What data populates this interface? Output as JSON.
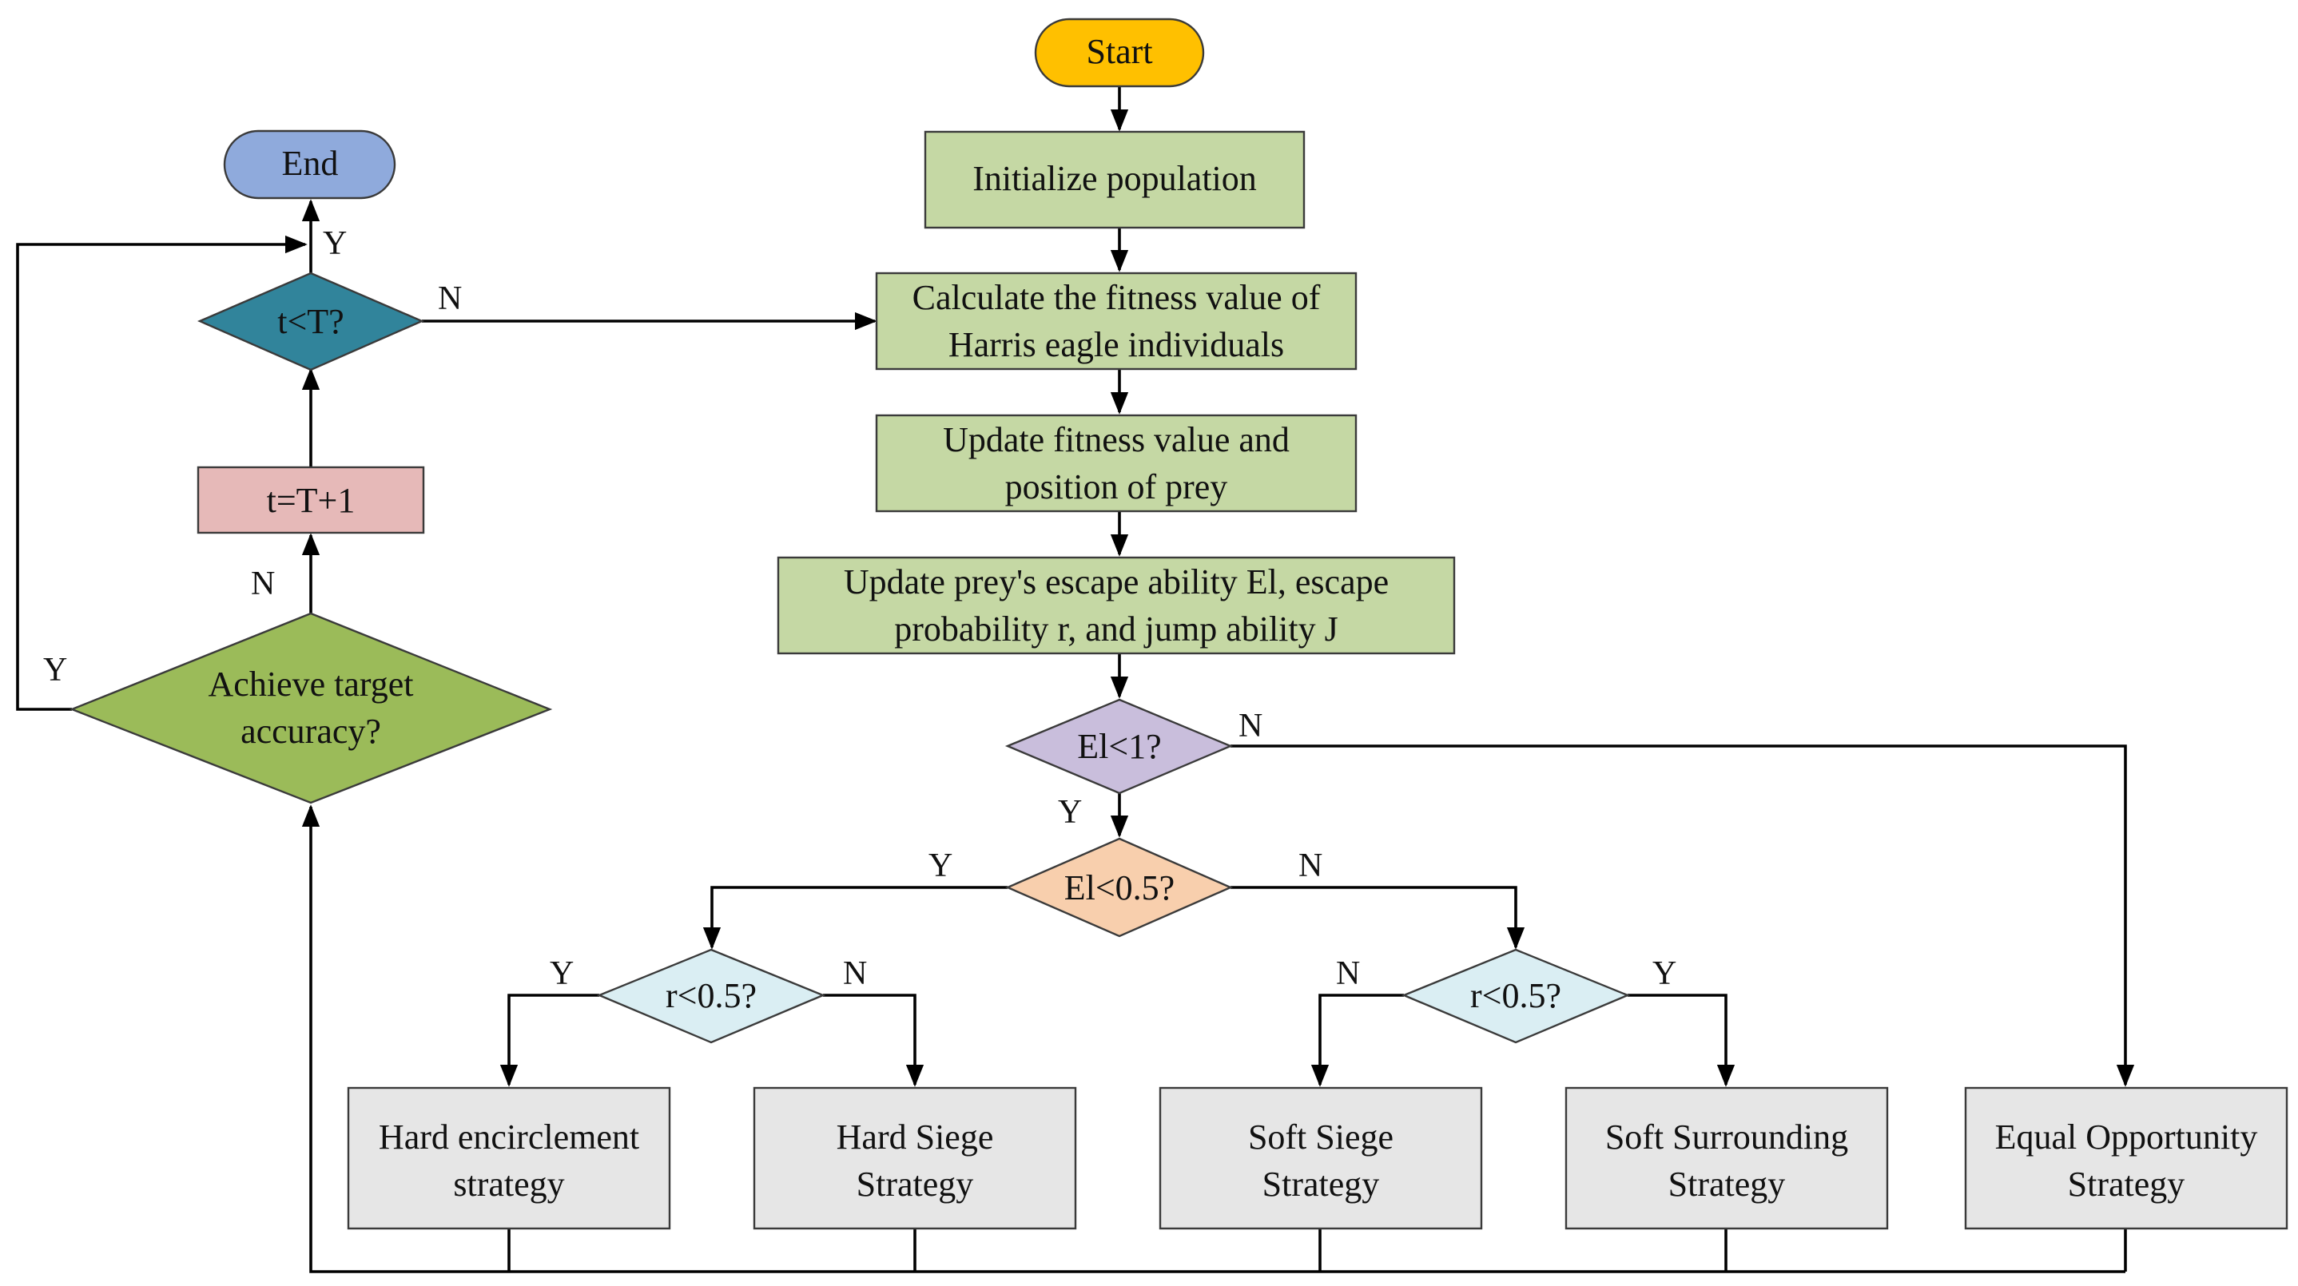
{
  "nodes": {
    "start": {
      "lines": [
        "Start"
      ],
      "color": "#FFC000"
    },
    "end": {
      "lines": [
        "End"
      ],
      "color": "#8FAADC"
    },
    "init": {
      "lines": [
        "Initialize population"
      ],
      "color": "#C5D8A4"
    },
    "fitness": {
      "lines": [
        "Calculate the fitness value of",
        "Harris eagle individuals"
      ],
      "color": "#C5D8A4"
    },
    "prey": {
      "lines": [
        "Update fitness value and",
        "position of prey"
      ],
      "color": "#C5D8A4"
    },
    "escape": {
      "lines": [
        "Update prey's escape ability El, escape",
        "probability r, and jump ability J"
      ],
      "color": "#C5D8A4"
    },
    "el1": {
      "lines": [
        "El<1?"
      ],
      "color": "#C9BEDC"
    },
    "el05": {
      "lines": [
        "El<0.5?"
      ],
      "color": "#F8CFAD"
    },
    "rL": {
      "lines": [
        "r<0.5?"
      ],
      "color": "#DAEEF3"
    },
    "rR": {
      "lines": [
        "r<0.5?"
      ],
      "color": "#DAEEF3"
    },
    "hardEnc": {
      "lines": [
        "Hard encirclement",
        "strategy"
      ],
      "color": "#E6E6E6"
    },
    "hardSiege": {
      "lines": [
        "Hard Siege",
        "Strategy"
      ],
      "color": "#E6E6E6"
    },
    "softSiege": {
      "lines": [
        "Soft Siege",
        "Strategy"
      ],
      "color": "#E6E6E6"
    },
    "softSurr": {
      "lines": [
        "Soft Surrounding",
        "Strategy"
      ],
      "color": "#E6E6E6"
    },
    "equal": {
      "lines": [
        "Equal Opportunity",
        "Strategy"
      ],
      "color": "#E6E6E6"
    },
    "accuracy": {
      "lines": [
        "Achieve target",
        "accuracy?"
      ],
      "color": "#9BBB59"
    },
    "tinc": {
      "lines": [
        "t=T+1"
      ],
      "color": "#E6B9B8"
    },
    "tlt": {
      "lines": [
        "t<T?"
      ],
      "color": "#31849B"
    }
  },
  "edge_labels": {
    "tlt_yes": "Y",
    "tlt_no": "N",
    "acc_no": "N",
    "acc_yes": "Y",
    "el1_no": "N",
    "el1_yes": "Y",
    "el05_yes": "Y",
    "el05_no": "N",
    "rL_yes": "Y",
    "rL_no": "N",
    "rR_no": "N",
    "rR_yes": "Y"
  }
}
